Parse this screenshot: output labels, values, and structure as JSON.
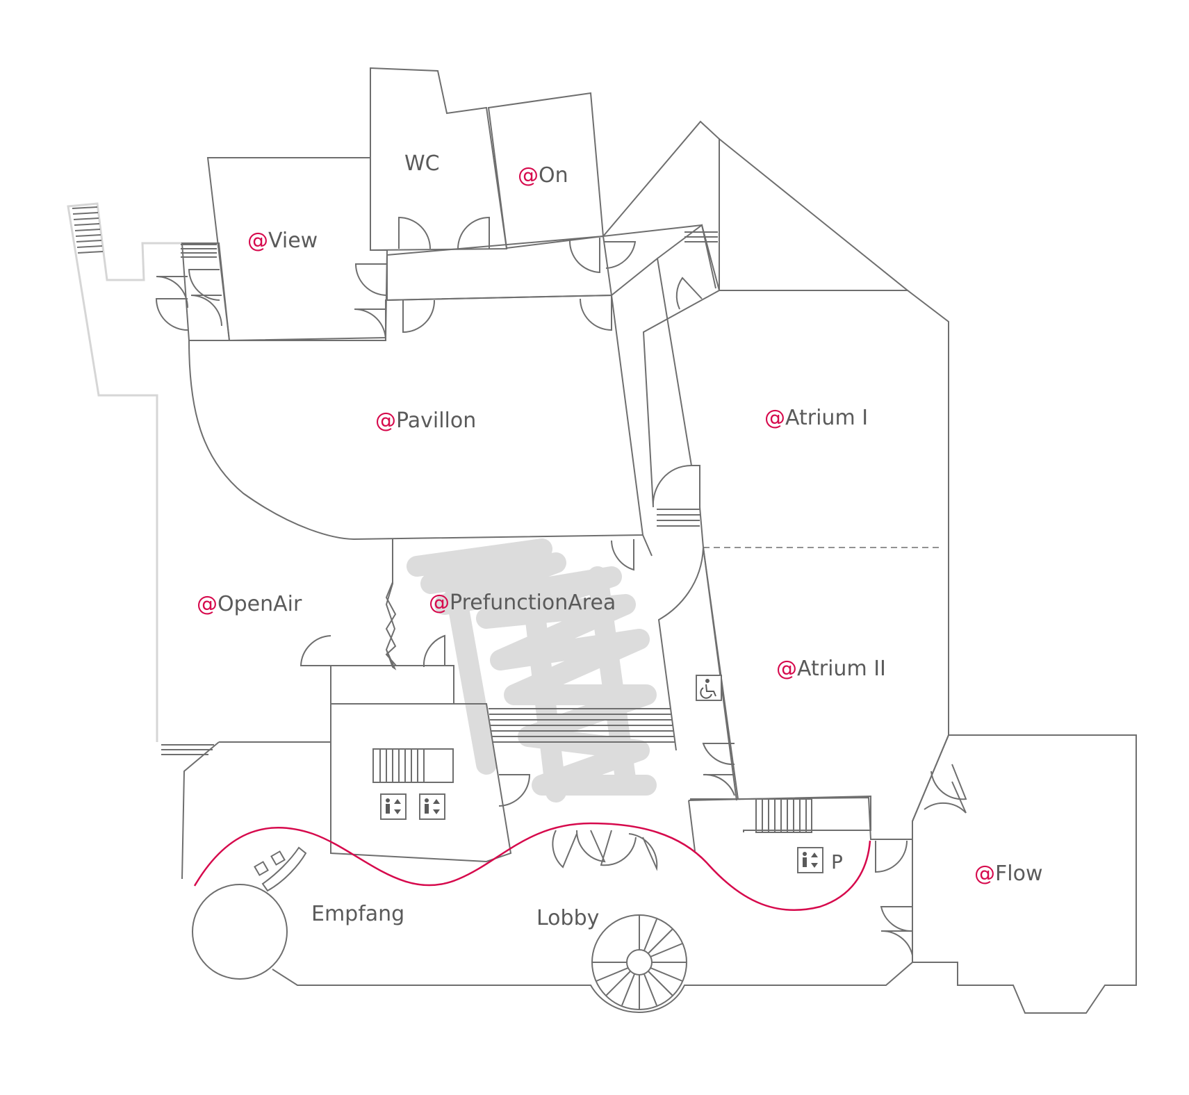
{
  "map": {
    "colors": {
      "wall": "#6e6e6e",
      "wall_light": "#d6d6d6",
      "accent": "#d6094c",
      "hatch": "#dcdcdc",
      "text": "#5a5a5a"
    },
    "rooms": {
      "wc": {
        "prefix": "",
        "name": "WC"
      },
      "on": {
        "prefix": "@",
        "name": "On"
      },
      "view": {
        "prefix": "@",
        "name": "View"
      },
      "pavillon": {
        "prefix": "@",
        "name": "Pavillon"
      },
      "atrium1": {
        "prefix": "@",
        "name": "Atrium I"
      },
      "openair": {
        "prefix": "@",
        "name": "OpenAir"
      },
      "prefunction": {
        "prefix": "@",
        "name": "PrefunctionArea"
      },
      "atrium2": {
        "prefix": "@",
        "name": "Atrium II"
      },
      "flow": {
        "prefix": "@",
        "name": "Flow"
      },
      "empfang": {
        "prefix": "",
        "name": "Empfang"
      },
      "lobby": {
        "prefix": "",
        "name": "Lobby"
      }
    },
    "icons": {
      "parking": {
        "name": "parking-elevator-icon",
        "label": "P"
      },
      "wheelchair": {
        "name": "wheelchair-icon"
      },
      "elevator": {
        "name": "elevator-icon"
      }
    }
  }
}
